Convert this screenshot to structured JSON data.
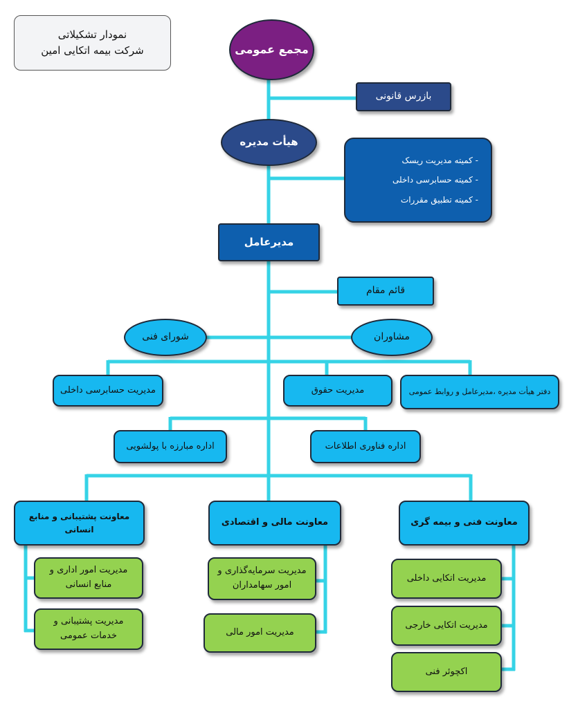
{
  "title": {
    "line1": "نمودار تشکیلاتی",
    "line2": "شرکت بیمه اتکایی امین"
  },
  "general_assembly": "مجمع عمومی",
  "legal_inspector": "بازرس قانونی",
  "board_of_directors": "هیأت مدیره",
  "committees": [
    "-  کمیته مدیریت ریسک",
    "-  کمیته حسابرسی داخلی",
    "-  کمیته تطبیق مقررات"
  ],
  "ceo": "مدیرعامل",
  "deputy": "قائم مقام",
  "technical_council": "شورای فنی",
  "advisors": "مشاوران",
  "internal_audit": "مدیریت حسابرسی داخلی",
  "legal_management": "مدیریت حقوق",
  "board_office": "دفتر هیأت مدیره ،مدیرعامل و روابط عمومی",
  "anti_money_laundering": "اداره مبارزه با پولشویی",
  "it_department": "اداره فناوری اطلاعات",
  "support_hr_deputy": "معاونت  پشتیبانی و منابع انسانی",
  "finance_deputy": "معاونت  مالی و اقتصادی",
  "technical_deputy": "معاونت  فنی و بیمه گری",
  "hr_management": [
    "مدیریت  امور اداری و",
    "منابع انسانی"
  ],
  "support_services": [
    "مدیریت  پشتیبانی و",
    "خدمات عمومی"
  ],
  "investment_management": [
    "مدیریت  سرمایه‌گذاری و",
    "امور سهامداران"
  ],
  "financial_affairs": "مدیریت  امور  مالی",
  "domestic_reinsurance": "مدیریت  اتکایی داخلی",
  "foreign_reinsurance": "مدیریت  اتکایی خارجی",
  "technical_underwriter": "اکچوئر  فنی",
  "colors": {
    "connector": "#36d3e6",
    "purple": "#7b1f82",
    "navy": "#2b4a8a",
    "blue": "#0e5fae",
    "light_blue": "#17b8f0",
    "green": "#94d250"
  }
}
